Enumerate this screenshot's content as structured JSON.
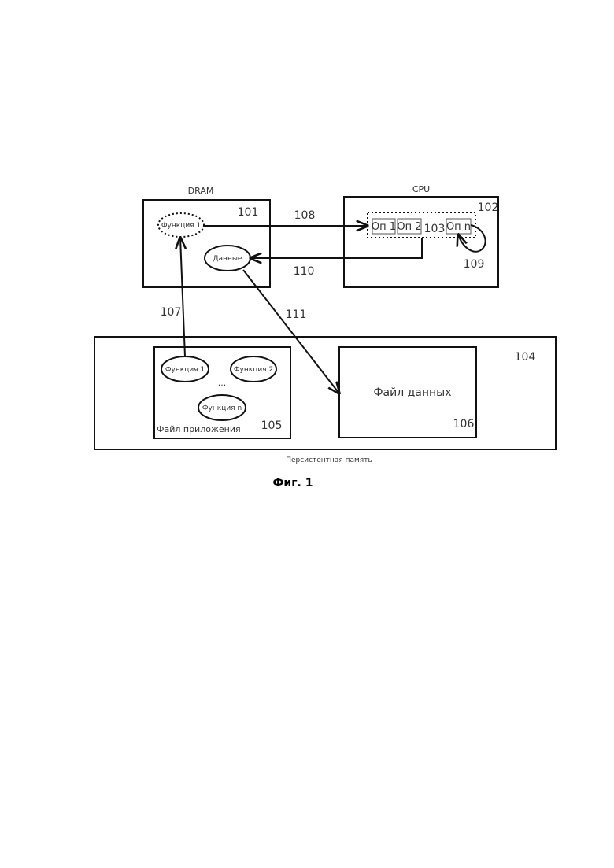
{
  "dram": {
    "title": "DRAM",
    "ref": "101",
    "function_label": "Функция 1",
    "data_label": "Данные"
  },
  "cpu": {
    "title": "CPU",
    "ref": "102",
    "pipeline_ref": "103",
    "ops": [
      "Оп 1",
      "Оп 2",
      "Оп n"
    ]
  },
  "persistent": {
    "title": "Персистентная память",
    "ref": "104",
    "app_file": {
      "ref": "105",
      "label": "Файл приложения",
      "functions": [
        "Функция 1",
        "Функция 2",
        "Функция n"
      ],
      "ellipsis": "..."
    },
    "data_file": {
      "ref": "106",
      "label": "Файл данных"
    }
  },
  "arrows": {
    "load_function": "107",
    "execute": "108",
    "op_loop": "109",
    "write_data": "110",
    "persist_data": "111"
  },
  "caption": "Фиг. 1"
}
